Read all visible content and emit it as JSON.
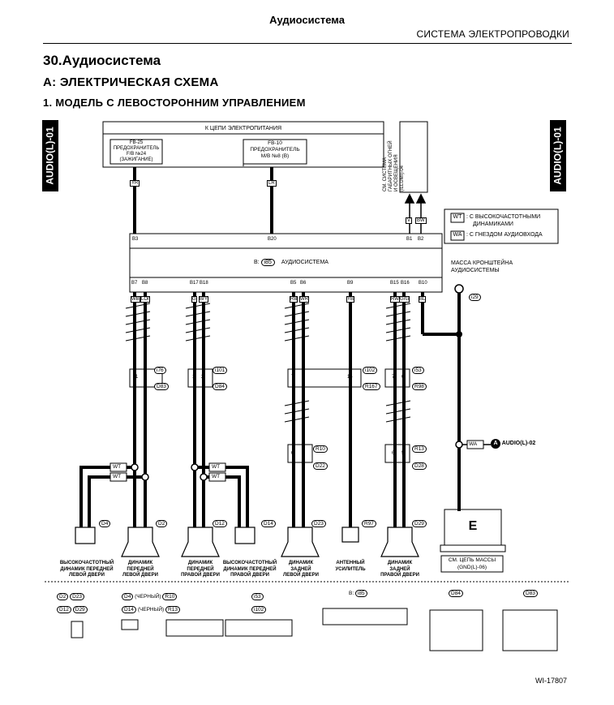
{
  "header": {
    "title": "Аудиосистема",
    "subtitle": "СИСТЕМА ЭЛЕКТРОПРОВОДКИ"
  },
  "section": {
    "title": "30.Аудиосистема",
    "sub1": "A:  ЭЛЕКТРИЧЕСКАЯ СХЕМА",
    "sub2": "1.  МОДЕЛЬ С ЛЕВОСТОРОННИМ УПРАВЛЕНИЕМ"
  },
  "side_tab": "AUDIO(L)-01",
  "power_box": {
    "title": "К ЦЕПИ ЭЛЕКТРОПИТАНИЯ",
    "fuse1": [
      "FB-25",
      "ПРЕДОХРАНИТЕЛЬ",
      "F/B №24",
      "(ЗАЖИГАНИЕ)"
    ],
    "fuse2": [
      "FB-10",
      "ПРЕДОХРАНИТЕЛЬ",
      "M/B №8 (B)"
    ]
  },
  "illum_box": [
    "СМ. СИСТЕМА",
    "ГАБАРИТНЫХ ОГНЕЙ",
    "И ОСВЕЩЕНИЯ",
    "(ILLUMI)-04"
  ],
  "legend": [
    {
      "code": "WT",
      "text": ": С ВЫСОКОЧАСТОТНЫМИ"
    },
    {
      "code": "",
      "text": "ДИНАМИКАМИ"
    },
    {
      "code": "WA",
      "text": ": С ГНЕЗДОМ АУДИОВХОДА"
    }
  ],
  "audio_unit": {
    "connector": "B:",
    "code": "i85",
    "label": "АУДИОСИСТЕМА"
  },
  "ground_label": [
    "МАССА КРОНШТЕЙНА",
    "АУДИОСИСТЕМЫ"
  ],
  "top_pins": [
    "B3",
    "B20",
    "B1",
    "B2"
  ],
  "top_wires": [
    "YR",
    "LR",
    "V",
    "BW"
  ],
  "unit_pins": [
    "B7",
    "B8",
    "B17",
    "B18",
    "B5",
    "B6",
    "B9",
    "B15",
    "B16",
    "B10"
  ],
  "unit_wires": [
    "WB",
    "LOr",
    "G",
    "BrY",
    "RB",
    "WR",
    "YB",
    "RW",
    "GrG",
    "BL"
  ],
  "connectors": [
    "i76",
    "D83",
    "i101",
    "D84",
    "i102",
    "R167",
    "i53",
    "R98",
    "R10",
    "D22",
    "R13",
    "D28",
    "i29"
  ],
  "conn_pins": [
    "1",
    "2",
    "7",
    "6",
    "14",
    "2",
    "1",
    "7",
    "6",
    "6",
    "5",
    "5",
    "6"
  ],
  "wt_label": "WT",
  "wa_label": "WA",
  "audio_ref": "AUDIO(L)-02",
  "ground_ref": [
    "СМ. ЦЕПЬ МАССЫ",
    "(GND(L)-06)"
  ],
  "ground_letter": "E",
  "components": [
    {
      "code": "D4",
      "label": [
        "ВЫСОКОЧАСТОТНЫЙ",
        "ДИНАМИК ПЕРЕДНЕЙ",
        "ЛЕВОЙ ДВЕРИ"
      ]
    },
    {
      "code": "D2",
      "label": [
        "ДИНАМИК",
        "ПЕРЕДНЕЙ",
        "ЛЕВОЙ ДВЕРИ"
      ]
    },
    {
      "code": "D12",
      "label": [
        "ДИНАМИК",
        "ПЕРЕДНЕЙ",
        "ПРАВОЙ ДВЕРИ"
      ]
    },
    {
      "code": "D14",
      "label": [
        "ВЫСОКОЧАСТОТНЫЙ",
        "ДИНАМИК ПЕРЕДНЕЙ",
        "ПРАВОЙ ДВЕРИ"
      ]
    },
    {
      "code": "D23",
      "label": [
        "ДИНАМИК",
        "ЗАДНЕЙ",
        "ЛЕВОЙ ДВЕРИ"
      ]
    },
    {
      "code": "R97",
      "label": [
        "АНТЕННЫЙ",
        "УСИЛИТЕЛЬ"
      ]
    },
    {
      "code": "D29",
      "label": [
        "ДИНАМИК",
        "ЗАДНЕЙ",
        "ПРАВОЙ ДВЕРИ"
      ]
    }
  ],
  "bottom_legend": {
    "g1": [
      "D2",
      "D23",
      "D12",
      "D29"
    ],
    "g2": [
      {
        "code": "D4",
        "note": "(ЧЕРНЫЙ)",
        "code2": "R10"
      },
      {
        "code": "D14",
        "note": "(ЧЕРНЫЙ)",
        "code2": "R13"
      }
    ],
    "g3": [
      "i53",
      "i102"
    ],
    "g4": [
      "B:",
      "i85"
    ],
    "g5": [
      "D84"
    ],
    "g6": [
      "D83"
    ]
  },
  "wi_number": "WI-17807"
}
